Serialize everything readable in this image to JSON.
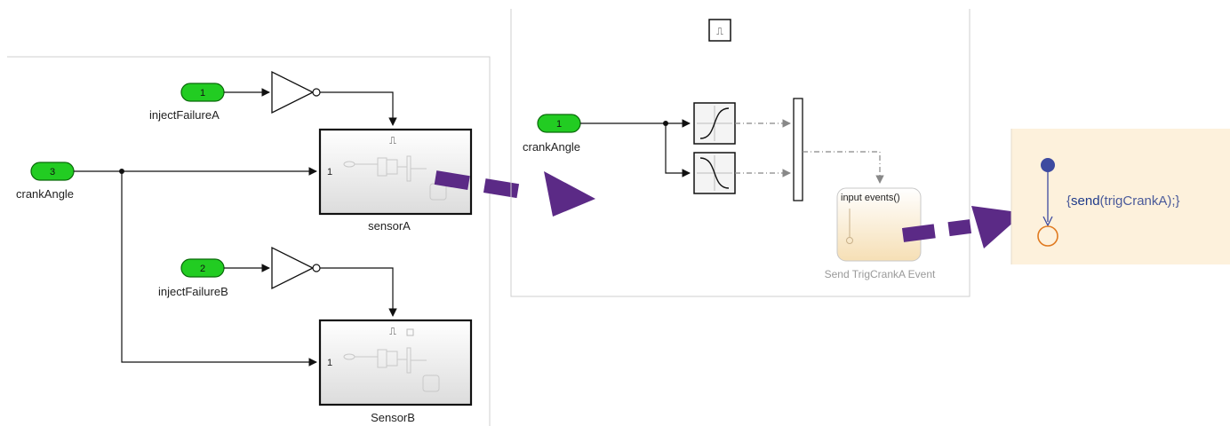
{
  "panel1": {
    "inports": [
      {
        "number": "1",
        "label": "injectFailureA"
      },
      {
        "number": "3",
        "label": "crankAngle"
      },
      {
        "number": "2",
        "label": "injectFailureB"
      }
    ],
    "subsystems": [
      {
        "name": "sensorA",
        "port_label": "1",
        "trigger_glyph": "⎍"
      },
      {
        "name": "SensorB",
        "port_label": "1",
        "trigger_glyph": "⎍"
      }
    ]
  },
  "panel2": {
    "trigger_glyph": "⎍",
    "inport": {
      "number": "1",
      "label": "crankAngle"
    },
    "chart": {
      "header": "input events()",
      "name": "Send TrigCrankA Event"
    }
  },
  "panel3": {
    "action_open": "{",
    "action_keyword": "send",
    "action_rest": "(trigCrankA);}"
  },
  "colors": {
    "inport_fill": "#22cc22",
    "arrow_purple": "#5b2a86",
    "chart_bg": "#fdf1dc",
    "state_dot": "#3d4aa0",
    "state_ring": "#e07a20"
  },
  "icons": [
    "trigger-icon",
    "rising-edge-icon",
    "falling-edge-icon",
    "not-gate-icon"
  ]
}
